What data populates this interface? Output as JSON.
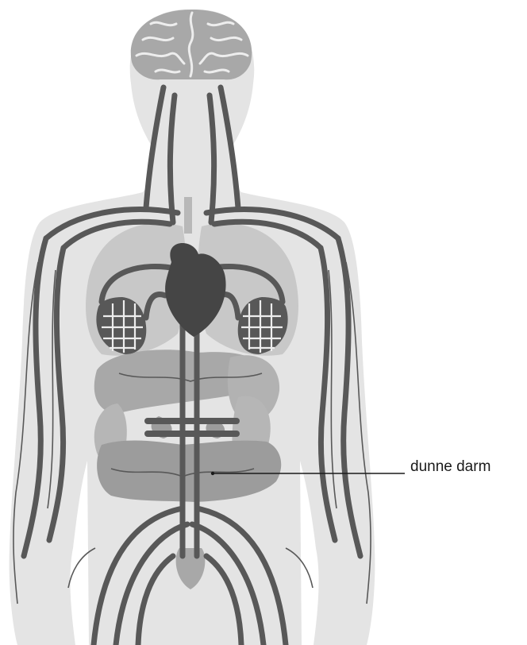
{
  "diagram": {
    "subject": "circulatory-system",
    "colors": {
      "background": "#ffffff",
      "body_silhouette": "#e4e4e4",
      "organs_light": "#c8c8c8",
      "organs_mid": "#a8a8a8",
      "intestine": "#9c9c9c",
      "vessels": "#585858",
      "heart": "#454545",
      "capillaries": "#ededed",
      "leader_line": "#1a1a1a"
    },
    "labels": [
      {
        "id": "small-intestine",
        "text": "dunne darm"
      }
    ]
  }
}
